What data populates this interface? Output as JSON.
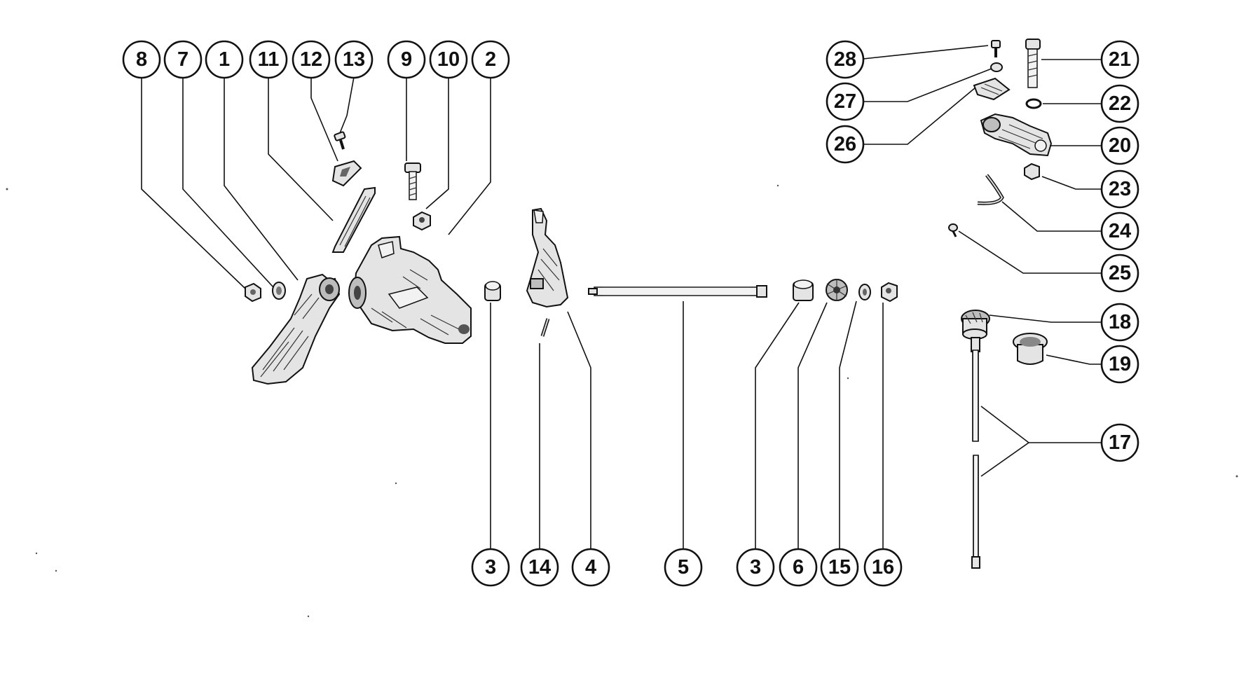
{
  "diagram": {
    "callouts": [
      {
        "id": "c8a",
        "label": "8"
      },
      {
        "id": "c7",
        "label": "7"
      },
      {
        "id": "c1",
        "label": "1"
      },
      {
        "id": "c11",
        "label": "11"
      },
      {
        "id": "c12",
        "label": "12"
      },
      {
        "id": "c13",
        "label": "13"
      },
      {
        "id": "c9",
        "label": "9"
      },
      {
        "id": "c10",
        "label": "10"
      },
      {
        "id": "c2",
        "label": "2"
      },
      {
        "id": "c28",
        "label": "28"
      },
      {
        "id": "c27",
        "label": "27"
      },
      {
        "id": "c26",
        "label": "26"
      },
      {
        "id": "c21",
        "label": "21"
      },
      {
        "id": "c22",
        "label": "22"
      },
      {
        "id": "c20",
        "label": "20"
      },
      {
        "id": "c23",
        "label": "23"
      },
      {
        "id": "c24",
        "label": "24"
      },
      {
        "id": "c25",
        "label": "25"
      },
      {
        "id": "c18",
        "label": "18"
      },
      {
        "id": "c19",
        "label": "19"
      },
      {
        "id": "c17",
        "label": "17"
      },
      {
        "id": "c3a",
        "label": "3"
      },
      {
        "id": "c14",
        "label": "14"
      },
      {
        "id": "c4",
        "label": "4"
      },
      {
        "id": "c5",
        "label": "5"
      },
      {
        "id": "c3b",
        "label": "3"
      },
      {
        "id": "c6",
        "label": "6"
      },
      {
        "id": "c15",
        "label": "15"
      },
      {
        "id": "c16",
        "label": "16"
      }
    ]
  }
}
